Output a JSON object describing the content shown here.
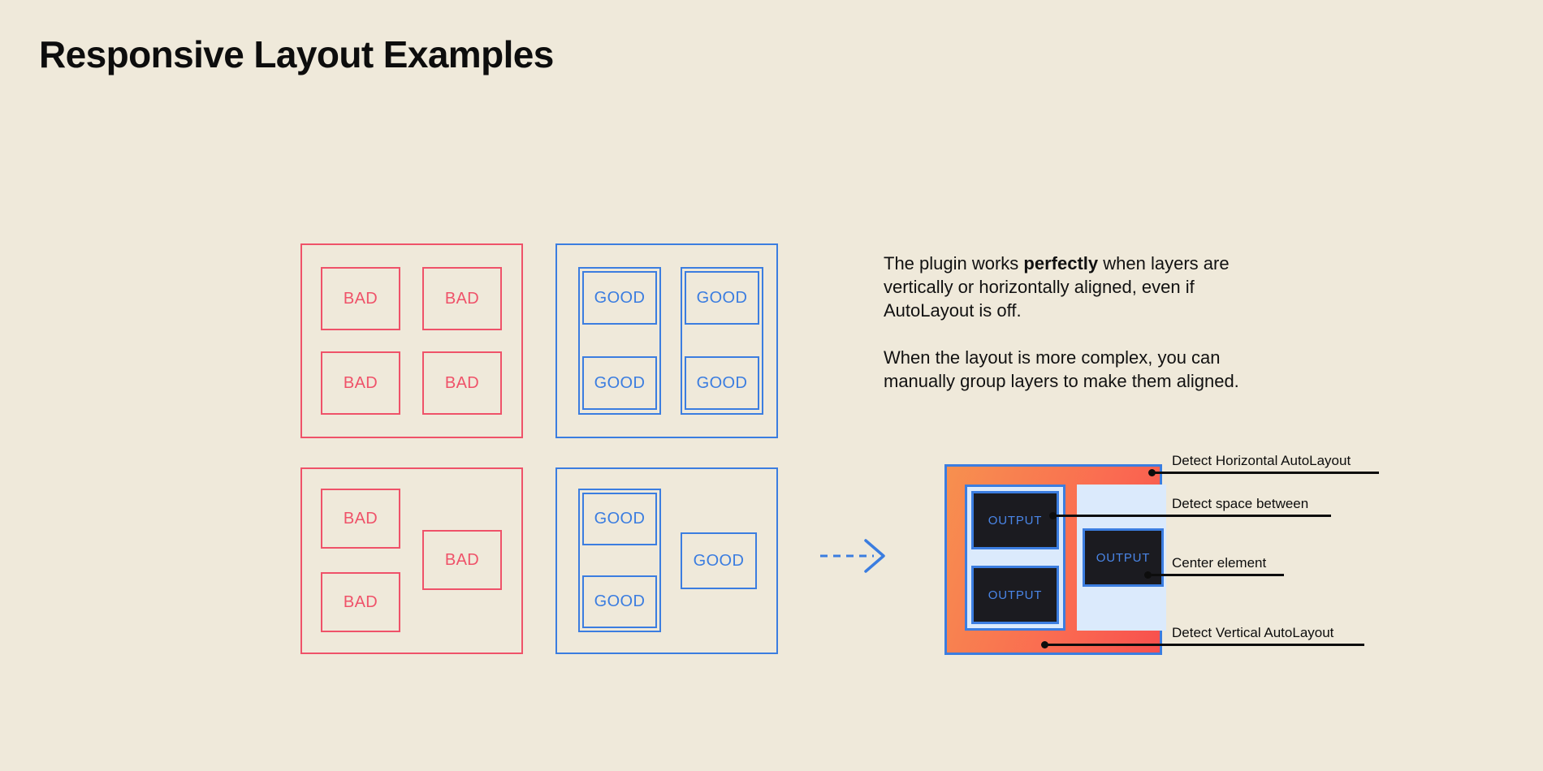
{
  "page": {
    "title": "Responsive Layout Examples",
    "background_color": "#efe9da"
  },
  "colors": {
    "bad": "#ef5269",
    "good": "#3b7de0",
    "text": "#0d0d0d",
    "output_fill": "#1b1b20",
    "output_text": "#4a86e8",
    "panel_light": "#dbeafc",
    "panel_orange": "#fa6a51"
  },
  "examples": [
    {
      "id": "bad-grid",
      "kind": "bad",
      "cells": [
        {
          "label": "BAD"
        },
        {
          "label": "BAD"
        },
        {
          "label": "BAD"
        },
        {
          "label": "BAD"
        }
      ]
    },
    {
      "id": "good-grid",
      "kind": "good",
      "cells": [
        {
          "label": "GOOD"
        },
        {
          "label": "GOOD"
        },
        {
          "label": "GOOD"
        },
        {
          "label": "GOOD"
        }
      ]
    },
    {
      "id": "bad-complex",
      "kind": "bad",
      "cells": [
        {
          "label": "BAD"
        },
        {
          "label": "BAD"
        },
        {
          "label": "BAD"
        }
      ]
    },
    {
      "id": "good-complex",
      "kind": "good",
      "cells": [
        {
          "label": "GOOD"
        },
        {
          "label": "GOOD"
        },
        {
          "label": "GOOD"
        }
      ]
    }
  ],
  "copy": {
    "paragraph1_before": "The plugin works ",
    "paragraph1_bold": "perfectly",
    "paragraph1_after": " when layers are vertically or horizontally aligned, even if AutoLayout is off.",
    "paragraph2": "When the layout is more complex, you can manually group layers to make them aligned."
  },
  "output_diagram": {
    "boxes": [
      {
        "label": "OUTPUT"
      },
      {
        "label": "OUTPUT"
      },
      {
        "label": "OUTPUT"
      }
    ]
  },
  "annotations": [
    {
      "id": "detect-horizontal-autolayout",
      "label": "Detect Horizontal AutoLayout"
    },
    {
      "id": "detect-space-between",
      "label": "Detect space between"
    },
    {
      "id": "center-element",
      "label": "Center element"
    },
    {
      "id": "detect-vertical-autolayout",
      "label": "Detect Vertical AutoLayout"
    }
  ]
}
